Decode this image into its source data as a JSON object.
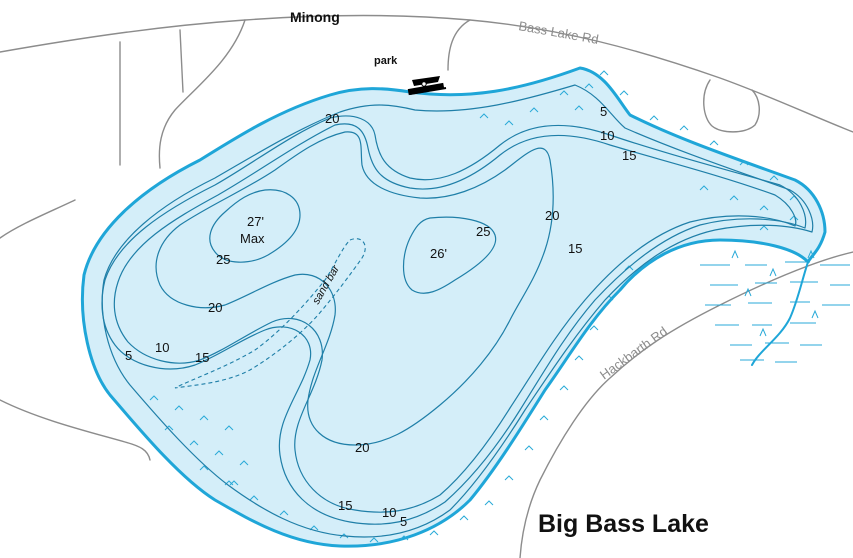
{
  "map": {
    "title": "Big Bass Lake",
    "town": "Minong",
    "park_label": "park",
    "roads": {
      "bass_lake_rd": "Bass Lake Rd",
      "hackbarth_rd": "Hackbarth Rd"
    },
    "features": {
      "sand_bar": "sand bar",
      "max_depth_value": "27'",
      "max_depth_word": "Max",
      "second_hole_depth": "26'"
    },
    "contour_labels": {
      "c20_top": "20",
      "c5_ne": "5",
      "c10_ne": "10",
      "c15_ne": "15",
      "c20_east": "20",
      "c15_east": "15",
      "c25_center": "25",
      "c25_max": "25",
      "c20_west": "20",
      "c5_west": "5",
      "c10_west": "10",
      "c15_west": "15",
      "c20_south": "20",
      "c15_south": "15",
      "c10_south": "10",
      "c5_south": "5"
    },
    "icons": {
      "boat_launch": "boat-launch-icon"
    },
    "colors": {
      "water": "#d4eef9",
      "shoreline": "#1fa6d8",
      "contour": "#1f7fa8",
      "road": "#8c8c8c"
    }
  }
}
